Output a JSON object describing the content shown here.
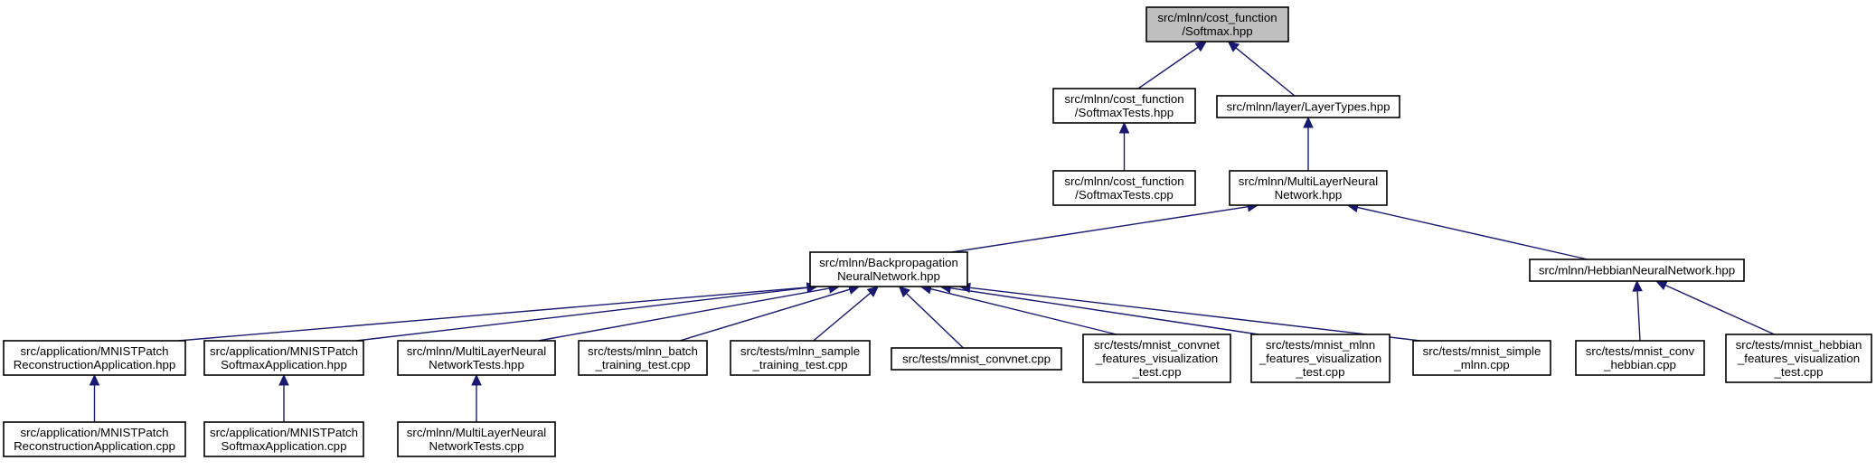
{
  "colors": {
    "edge": "#191970",
    "root_fill": "#bfbfbf",
    "node_fill": "#ffffff",
    "border": "#000000"
  },
  "nodes": [
    {
      "id": "softmax_hpp",
      "lines": [
        "src/mlnn/cost_function",
        "/Softmax.hpp"
      ],
      "root": true
    },
    {
      "id": "softmaxtests_hpp",
      "lines": [
        "src/mlnn/cost_function",
        "/SoftmaxTests.hpp"
      ]
    },
    {
      "id": "layertypes_hpp",
      "lines": [
        "src/mlnn/layer/LayerTypes.hpp"
      ]
    },
    {
      "id": "softmaxtests_cpp",
      "lines": [
        "src/mlnn/cost_function",
        "/SoftmaxTests.cpp"
      ]
    },
    {
      "id": "mlnn_hpp",
      "lines": [
        "src/mlnn/MultiLayerNeural",
        "Network.hpp"
      ]
    },
    {
      "id": "backprop_hpp",
      "lines": [
        "src/mlnn/Backpropagation",
        "NeuralNetwork.hpp"
      ]
    },
    {
      "id": "hebbian_hpp",
      "lines": [
        "src/mlnn/HebbianNeuralNetwork.hpp"
      ]
    },
    {
      "id": "mnist_recon_hpp",
      "lines": [
        "src/application/MNISTPatch",
        "ReconstructionApplication.hpp"
      ]
    },
    {
      "id": "mnist_softmax_hpp",
      "lines": [
        "src/application/MNISTPatch",
        "SoftmaxApplication.hpp"
      ]
    },
    {
      "id": "mlnn_tests_hpp",
      "lines": [
        "src/mlnn/MultiLayerNeural",
        "NetworkTests.hpp"
      ]
    },
    {
      "id": "mlnn_batch_cpp",
      "lines": [
        "src/tests/mlnn_batch",
        "_training_test.cpp"
      ]
    },
    {
      "id": "mlnn_sample_cpp",
      "lines": [
        "src/tests/mlnn_sample",
        "_training_test.cpp"
      ]
    },
    {
      "id": "mnist_convnet_cpp",
      "lines": [
        "src/tests/mnist_convnet.cpp"
      ]
    },
    {
      "id": "mnist_convnet_vis_cpp",
      "lines": [
        "src/tests/mnist_convnet",
        "_features_visualization",
        "_test.cpp"
      ]
    },
    {
      "id": "mnist_mlnn_vis_cpp",
      "lines": [
        "src/tests/mnist_mlnn",
        "_features_visualization",
        "_test.cpp"
      ]
    },
    {
      "id": "mnist_simple_cpp",
      "lines": [
        "src/tests/mnist_simple",
        "_mlnn.cpp"
      ]
    },
    {
      "id": "mnist_conv_hebb_cpp",
      "lines": [
        "src/tests/mnist_conv",
        "_hebbian.cpp"
      ]
    },
    {
      "id": "mnist_hebb_vis_cpp",
      "lines": [
        "src/tests/mnist_hebbian",
        "_features_visualization",
        "_test.cpp"
      ]
    },
    {
      "id": "mnist_recon_cpp",
      "lines": [
        "src/application/MNISTPatch",
        "ReconstructionApplication.cpp"
      ]
    },
    {
      "id": "mnist_softmax_cpp",
      "lines": [
        "src/application/MNISTPatch",
        "SoftmaxApplication.cpp"
      ]
    },
    {
      "id": "mlnn_tests_cpp",
      "lines": [
        "src/mlnn/MultiLayerNeural",
        "NetworkTests.cpp"
      ]
    }
  ],
  "edges": [
    {
      "from": "softmaxtests_hpp",
      "to": "softmax_hpp"
    },
    {
      "from": "layertypes_hpp",
      "to": "softmax_hpp"
    },
    {
      "from": "softmaxtests_cpp",
      "to": "softmaxtests_hpp"
    },
    {
      "from": "mlnn_hpp",
      "to": "layertypes_hpp"
    },
    {
      "from": "backprop_hpp",
      "to": "mlnn_hpp"
    },
    {
      "from": "hebbian_hpp",
      "to": "mlnn_hpp"
    },
    {
      "from": "mnist_recon_hpp",
      "to": "backprop_hpp"
    },
    {
      "from": "mnist_softmax_hpp",
      "to": "backprop_hpp"
    },
    {
      "from": "mlnn_tests_hpp",
      "to": "backprop_hpp"
    },
    {
      "from": "mlnn_batch_cpp",
      "to": "backprop_hpp"
    },
    {
      "from": "mlnn_sample_cpp",
      "to": "backprop_hpp"
    },
    {
      "from": "mnist_convnet_cpp",
      "to": "backprop_hpp"
    },
    {
      "from": "mnist_convnet_vis_cpp",
      "to": "backprop_hpp"
    },
    {
      "from": "mnist_mlnn_vis_cpp",
      "to": "backprop_hpp"
    },
    {
      "from": "mnist_simple_cpp",
      "to": "backprop_hpp"
    },
    {
      "from": "mnist_conv_hebb_cpp",
      "to": "hebbian_hpp"
    },
    {
      "from": "mnist_hebb_vis_cpp",
      "to": "hebbian_hpp"
    },
    {
      "from": "mnist_recon_cpp",
      "to": "mnist_recon_hpp"
    },
    {
      "from": "mnist_softmax_cpp",
      "to": "mnist_softmax_hpp"
    },
    {
      "from": "mlnn_tests_cpp",
      "to": "mlnn_tests_hpp"
    }
  ]
}
